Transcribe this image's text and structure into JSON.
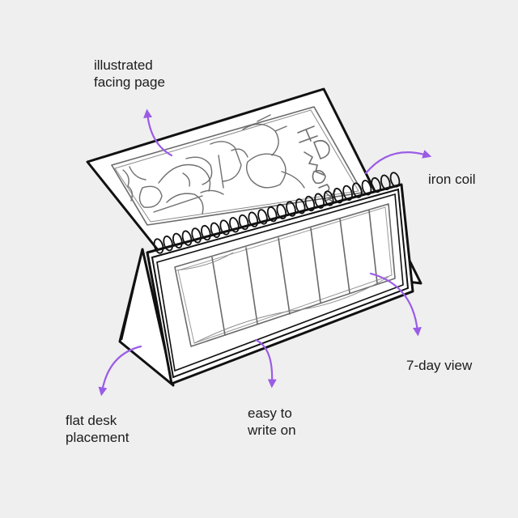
{
  "labels": {
    "facing_page": [
      "illustrated",
      "facing page"
    ],
    "iron_coil": [
      "iron coil"
    ],
    "seven_day": [
      "7-day view"
    ],
    "flat_desk": [
      "flat desk",
      "placement"
    ],
    "easy_write": [
      "easy to",
      "write on"
    ]
  },
  "page_text": "HD WORK",
  "colors": {
    "background": "#efefef",
    "ink": "#111111",
    "pencil": "#6a6a6a",
    "accent": "#9a5ce6"
  }
}
